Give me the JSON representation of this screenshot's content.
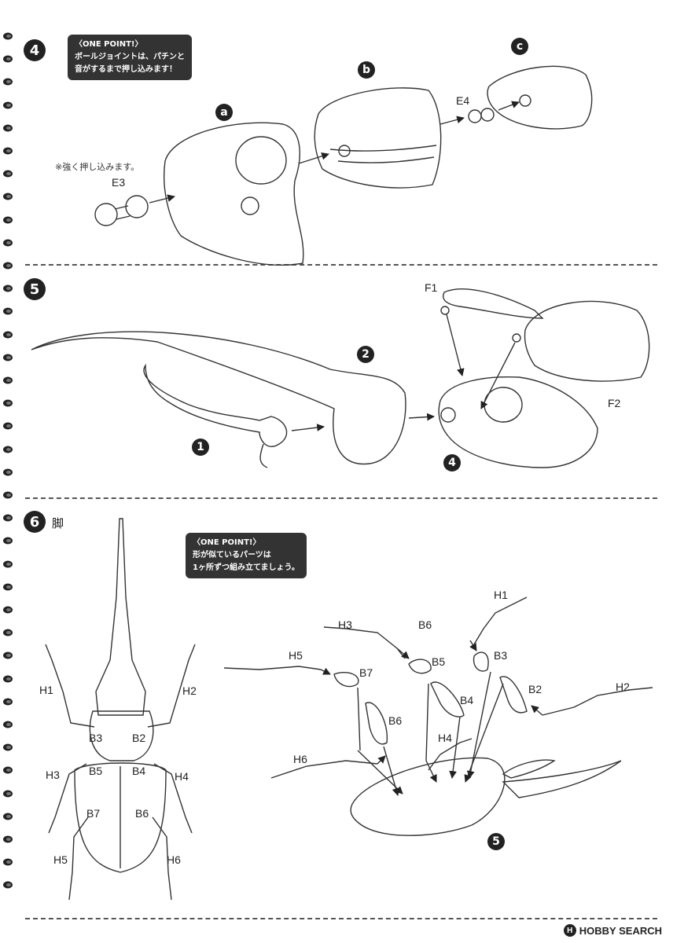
{
  "steps": [
    {
      "number": "4",
      "onepoint_title": "〈ONE POINT!〉",
      "onepoint_lines": [
        "ボールジョイントは、パチンと",
        "音がするまで押し込みます！"
      ],
      "note": "※強く押し込みます。"
    },
    {
      "number": "5"
    },
    {
      "number": "6",
      "caption": "脚",
      "onepoint_title": "〈ONE POINT!〉",
      "onepoint_lines": [
        "形が似ているパーツは",
        "1ヶ所ずつ組み立てましょう。"
      ]
    }
  ],
  "step4_parts": {
    "a": "a",
    "b": "b",
    "c": "c",
    "e3": "E3",
    "e4": "E4"
  },
  "step5_parts": {
    "f1": "F1",
    "f2": "F2",
    "n1": "1",
    "n2": "2",
    "n4": "4"
  },
  "step6_left": [
    "H1",
    "H2",
    "B3",
    "B2",
    "H3",
    "B5",
    "B4",
    "H4",
    "B7",
    "B6",
    "H5",
    "H6"
  ],
  "step6_right": [
    "H1",
    "H3",
    "B6",
    "B3",
    "H5",
    "B5",
    "B7",
    "B4",
    "B2",
    "H2",
    "B6",
    "H4",
    "H6"
  ],
  "step6_badge": "5",
  "watermark": "HOBBY SEARCH"
}
